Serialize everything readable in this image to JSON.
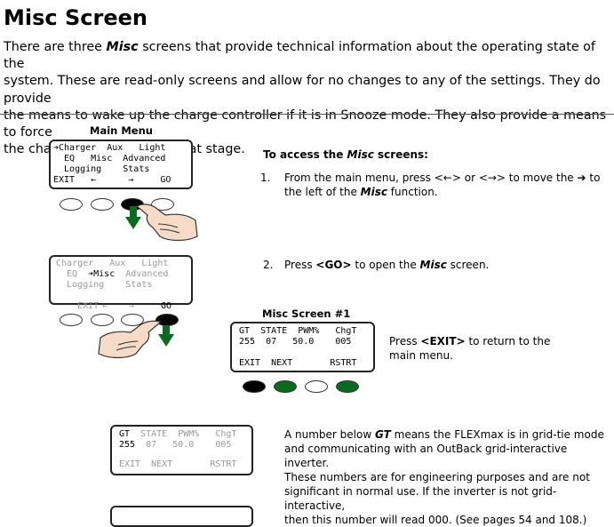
{
  "title": "Misc Screen",
  "intro": {
    "line1_pre": "There are three ",
    "line1_em": "Misc",
    "line1_post": " screens that provide technical information about the operating state of the",
    "line2": "system.  These are read-only screens and allow for no changes to any of the settings.  They do provide",
    "line3": "the means to wake up the charge controller if it is in Snooze mode.  They also provide a means to force",
    "line4": "the charger into a Bulk or Float stage."
  },
  "main_menu": {
    "heading": "Main Menu",
    "row1": "➔Charger  Aux   Light",
    "row2": "  EQ   Misc  Advanced",
    "row3": "  Logging    Stats",
    "row4": "EXIT   ←      →     GO"
  },
  "access": {
    "heading_pre": "To access the ",
    "heading_em": "Misc",
    "heading_post": " screens:",
    "step1_num": "1.",
    "step1_a": "From the main menu, press <←> or <→> to move the ➔ to",
    "step1_b_pre": "the left of the ",
    "step1_b_em": "Misc",
    "step1_b_post": " function.",
    "step2_num": "2.",
    "step2_pre": "Press ",
    "step2_key": "<GO>",
    "step2_mid": " to open the ",
    "step2_em": "Misc",
    "step2_post": " screen."
  },
  "menu2": {
    "row1": "Charger   Aux   Light",
    "row2_pre": "  EQ  ",
    "row2_sel": "➔Misc",
    "row2_post": "  Advanced",
    "row3": "  Logging    Stats",
    "row4_exit": "EXIT",
    "row4_left": "←",
    "row4_right": "→",
    "row4_go": "GO"
  },
  "misc1": {
    "heading": "Misc Screen #1",
    "row1": "GT  STATE  PWM%   ChgT",
    "row2": "255  07   50.0    005",
    "row4": "EXIT  NEXT       RSTRT"
  },
  "exit_note": {
    "line1_pre": "Press ",
    "line1_key": "<EXIT>",
    "line1_post": " to return to the",
    "line2": "main menu."
  },
  "misc_gt": {
    "row1_gt": "GT",
    "row1_rest": "  STATE  PWM%   ChgT",
    "row2_val": "255",
    "row2_rest": "  07   50.0    005",
    "row4": "EXIT  NEXT       RSTRT"
  },
  "gt_note": {
    "line1_pre": "A number below ",
    "line1_em": "GT",
    "line1_post": " means the FLEXmax is in grid-tie mode",
    "line2": "and communicating with an OutBack grid-interactive inverter.",
    "line3": "These numbers are for engineering purposes and are not",
    "line4": "significant in normal use.  If the inverter is not grid-interactive,",
    "line5": "then this number will read 000.  (See pages 54 and 108.)"
  },
  "colors": {
    "button_green": "#0a6a1f",
    "button_black": "#000000",
    "faded_text": "#999999"
  }
}
